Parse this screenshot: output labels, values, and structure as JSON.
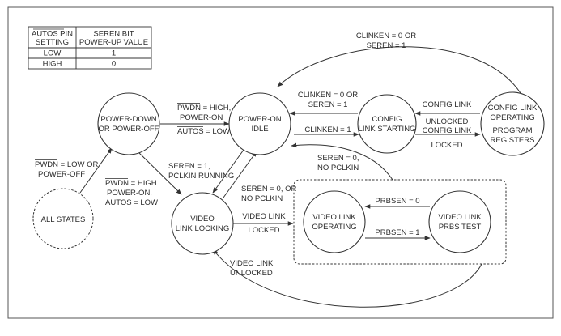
{
  "table": {
    "col1_header_line1": "AUTOS PIN",
    "col1_header_line2": "SETTING",
    "col2_header_line1": "SEREN BIT",
    "col2_header_line2": "POWER-UP VALUE",
    "rows": [
      {
        "setting": "LOW",
        "value": "1"
      },
      {
        "setting": "HIGH",
        "value": "0"
      }
    ]
  },
  "states": {
    "power_down": [
      "POWER-DOWN",
      "OR POWER-OFF"
    ],
    "power_on_idle": [
      "POWER-ON",
      "IDLE"
    ],
    "config_link_starting": [
      "CONFIG",
      "LINK STARTING"
    ],
    "config_link_operating": [
      "CONFIG LINK",
      "OPERATING",
      "PROGRAM",
      "REGISTERS"
    ],
    "all_states": [
      "ALL STATES"
    ],
    "video_link_locking": [
      "VIDEO",
      "LINK LOCKING"
    ],
    "video_link_operating": [
      "VIDEO LINK",
      "OPERATING"
    ],
    "video_link_prbs_test": [
      "VIDEO LINK",
      "PRBS TEST"
    ]
  },
  "transitions": {
    "cfg_op_to_idle": [
      "CLINKEN = 0 OR",
      "SEREN = 1"
    ],
    "cfg_start_to_idle": [
      "CLINKEN = 0 OR",
      "SEREN = 1"
    ],
    "cfg_start_unlocked": [
      "CONFIG LINK",
      "UNLOCKED"
    ],
    "cfg_start_to_op": [
      "CONFIG LINK",
      "LOCKED"
    ],
    "idle_to_cfg_start": "CLINKEN = 1",
    "pd_to_idle_1": "PWDN",
    "pd_to_idle_1b": " = HIGH,",
    "pd_to_idle_2": "POWER-ON",
    "pd_to_idle_3": "AUTOS",
    "pd_to_idle_3b": " = LOW",
    "all_to_pd_1": "PWDN",
    "all_to_pd_1b": " = LOW OR",
    "all_to_pd_2": "POWER-OFF",
    "pd_to_vll_1": "PWDN",
    "pd_to_vll_1b": " = HIGH",
    "pd_to_vll_2": "POWER-ON,",
    "pd_to_vll_3": "AUTOS",
    "pd_to_vll_3b": " = LOW",
    "idle_to_vll": [
      "SEREN = 1,",
      "PCLKIN RUNNING"
    ],
    "vll_to_idle": [
      "SEREN = 0, OR",
      "NO PCLKIN"
    ],
    "box_to_idle": [
      "SEREN = 0,",
      "NO PCLKIN"
    ],
    "vll_to_vlo": [
      "VIDEO LINK",
      "LOCKED"
    ],
    "vlo_to_vll": [
      "VIDEO LINK",
      "UNLOCKED"
    ],
    "prbs_to_vlo": "PRBSEN = 0",
    "vlo_to_prbs": "PRBSEN = 1"
  }
}
